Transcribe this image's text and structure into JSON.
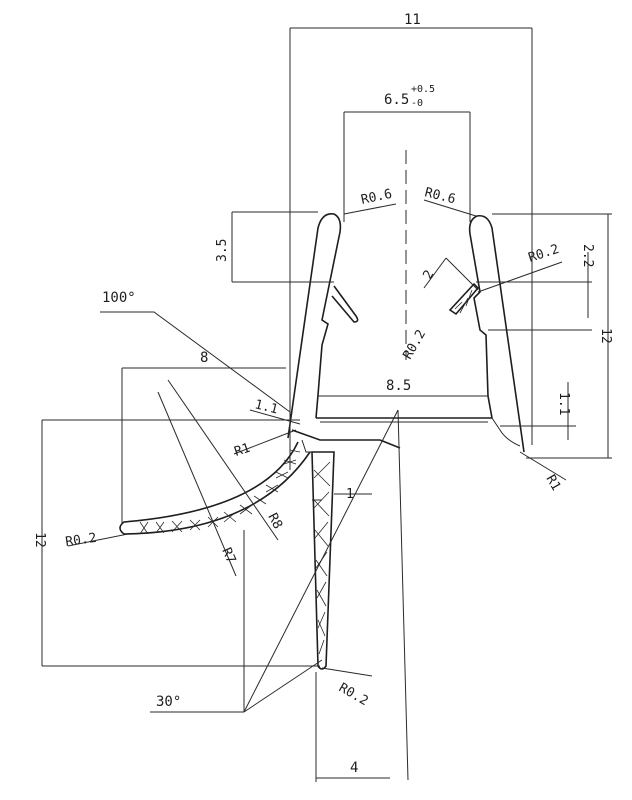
{
  "dimensions": {
    "width_total": "11",
    "inner_width_base": "6.5",
    "inner_width_plus": "+0.5",
    "inner_width_minus": "-0",
    "radius_left_top": "R0.6",
    "radius_right_top": "R0.6",
    "height_lip": "3.5",
    "lip_offset": "2",
    "radius_lip_right": "R0.2",
    "height_right_small": "2.2",
    "height_right": "12",
    "radius_inner": "R0.2",
    "angle_top": "100°",
    "flap_length": "8",
    "inner_span": "8.5",
    "wall_thickness": "1.1",
    "right_small": "1.1",
    "radius_corner_left": "R1",
    "radius_corner_right": "R1",
    "fin_thickness": "1",
    "radius_flap_tip": "R0.2",
    "radius_flap_outer": "R8",
    "radius_flap_inner": "R7",
    "height_left": "12",
    "radius_fin_tip": "R0.2",
    "angle_bottom": "30°",
    "fin_offset": "4"
  }
}
